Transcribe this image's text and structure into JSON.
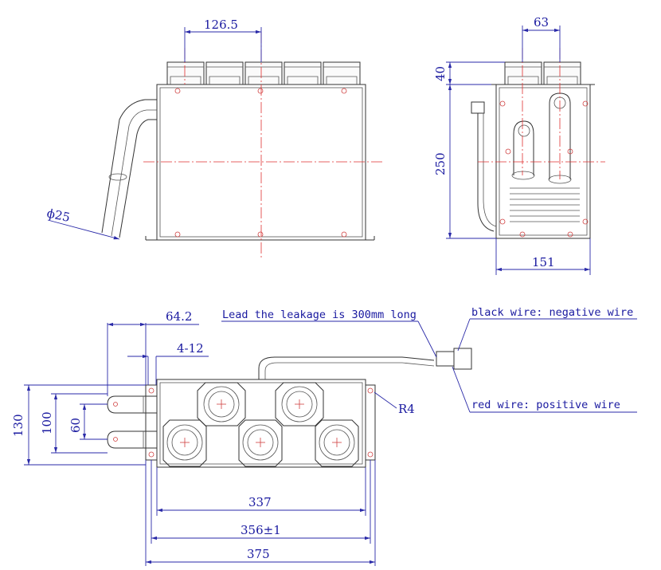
{
  "dimensions": {
    "front_width": "126.5",
    "side_width_top": "63",
    "side_height_top": "40",
    "side_height": "250",
    "side_depth": "151",
    "pipe_diameter": "ϕ25",
    "bottom_offset": "64.2",
    "bottom_holes": "4-12",
    "bottom_radius": "R4",
    "height_130": "130",
    "height_100": "100",
    "height_60": "60",
    "width_337": "337",
    "width_356": "356±1",
    "width_375": "375"
  },
  "notes": {
    "lead_length": "Lead the leakage is 300mm long",
    "black_wire": "black wire: negative wire",
    "red_wire": "red wire: positive wire"
  }
}
